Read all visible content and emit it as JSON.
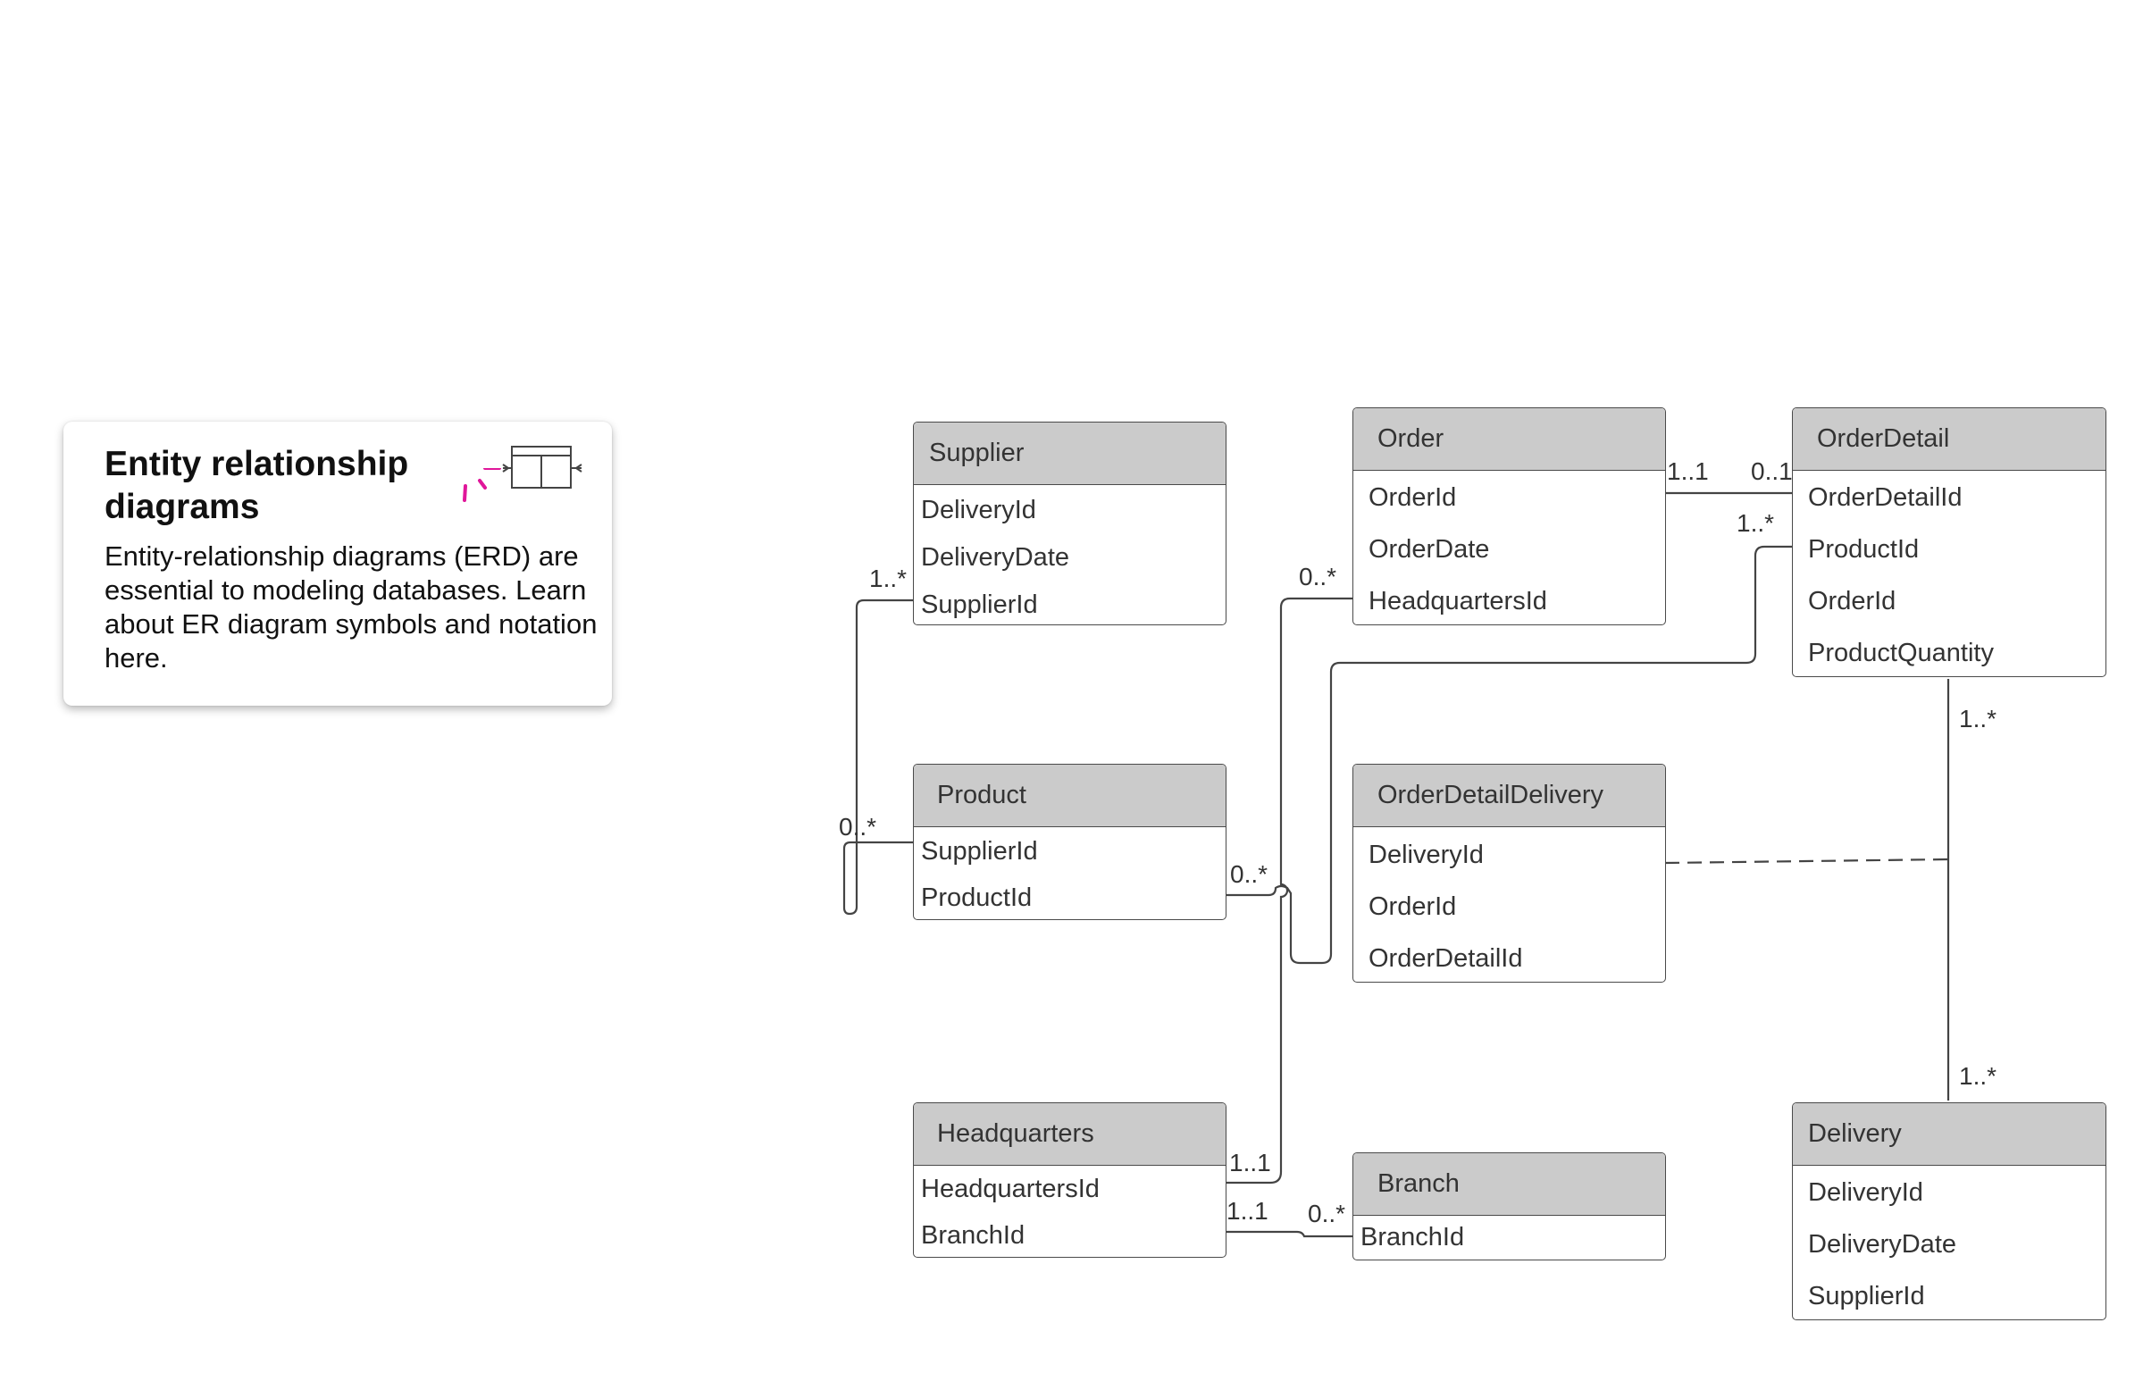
{
  "info_card": {
    "title": "Entity relationship diagrams",
    "body": "Entity-relationship diagrams (ERD) are essential to modeling databases. Learn about ER diagram symbols and notation here.",
    "icon": "erd-table-icon",
    "accent_color": "#e0169a"
  },
  "colors": {
    "header_fill": "#cbcbcb",
    "line": "#444444",
    "text": "#333333"
  },
  "entities": {
    "supplier": {
      "name": "Supplier",
      "fields": [
        "DeliveryId",
        "DeliveryDate",
        "SupplierId"
      ]
    },
    "order": {
      "name": "Order",
      "fields": [
        "OrderId",
        "OrderDate",
        "HeadquartersId"
      ]
    },
    "orderdetail": {
      "name": "OrderDetail",
      "fields": [
        "OrderDetailId",
        "ProductId",
        "OrderId",
        "ProductQuantity"
      ]
    },
    "product": {
      "name": "Product",
      "fields": [
        "SupplierId",
        "ProductId"
      ]
    },
    "orderdetaildelivery": {
      "name": "OrderDetailDelivery",
      "fields": [
        "DeliveryId",
        "OrderId",
        "OrderDetailId"
      ]
    },
    "headquarters": {
      "name": "Headquarters",
      "fields": [
        "HeadquartersId",
        "BranchId"
      ]
    },
    "branch": {
      "name": "Branch",
      "fields": [
        "BranchId"
      ]
    },
    "delivery": {
      "name": "Delivery",
      "fields": [
        "DeliveryId",
        "DeliveryDate",
        "SupplierId"
      ]
    }
  },
  "cardinalities": {
    "supplier_product_a": "1..*",
    "supplier_product_b": "0..*",
    "order_hq": "0..*",
    "product_link": "0..*",
    "order_orderdetail_a": "1..1",
    "order_orderdetail_b": "0..1",
    "orderdetail_product": "1..*",
    "orderdetail_delivery_a": "1..*",
    "orderdetail_delivery_b": "1..*",
    "hq_order": "1..1",
    "hq_branch_a": "1..1",
    "hq_branch_b": "0..*"
  }
}
